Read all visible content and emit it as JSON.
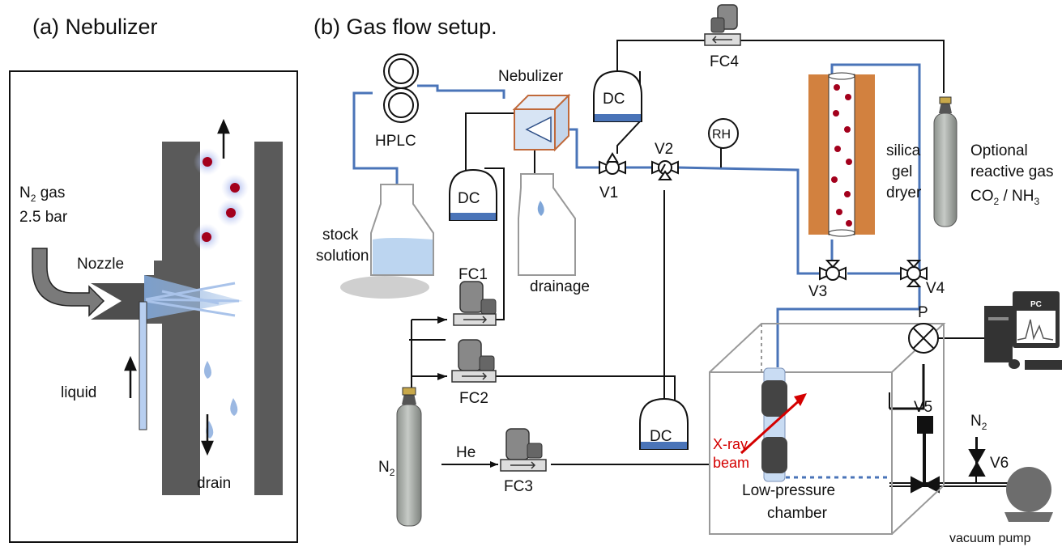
{
  "panel_a": {
    "title": "(a) Nebulizer",
    "gas_label_n": "N",
    "gas_label_sub": "2",
    "gas_label_rest": " gas",
    "pressure": "2.5 bar",
    "nozzle": "Nozzle",
    "liquid": "liquid",
    "drain": "drain"
  },
  "panel_b": {
    "title": "(b) Gas flow setup.",
    "nebulizer": "Nebulizer",
    "hplc": "HPLC",
    "stock_line1": "stock",
    "stock_line2": "solution",
    "drainage": "drainage",
    "dc": "DC",
    "fc1": "FC1",
    "fc2": "FC2",
    "fc3": "FC3",
    "fc4": "FC4",
    "v1": "V1",
    "v2": "V2",
    "v3": "V3",
    "v4": "V4",
    "v5": "V5",
    "v6": "V6",
    "rh": "RH",
    "p": "P",
    "pc": "PC",
    "dryer_line1": "silica",
    "dryer_line2": "gel",
    "dryer_line3": "dryer",
    "optional_line1": "Optional",
    "optional_line2": "reactive gas",
    "optional_co": "CO",
    "optional_sub": "2",
    "optional_nh": " / NH",
    "optional_sub3": "3",
    "n2_main": "N",
    "n2_sub": "2",
    "he": "He",
    "xray_line1": "X-ray",
    "xray_line2": "beam",
    "chamber_line1": "Low-pressure",
    "chamber_line2": "chamber",
    "vacuum": "vacuum pump"
  },
  "colors": {
    "blue_line": "#4a74b8",
    "wall_gray": "#5a5a5a",
    "dryer_orange": "#d2813f",
    "xray_red": "#d40000",
    "droplet_red": "#a3001c",
    "liquid_blue": "#7fa6d8"
  }
}
